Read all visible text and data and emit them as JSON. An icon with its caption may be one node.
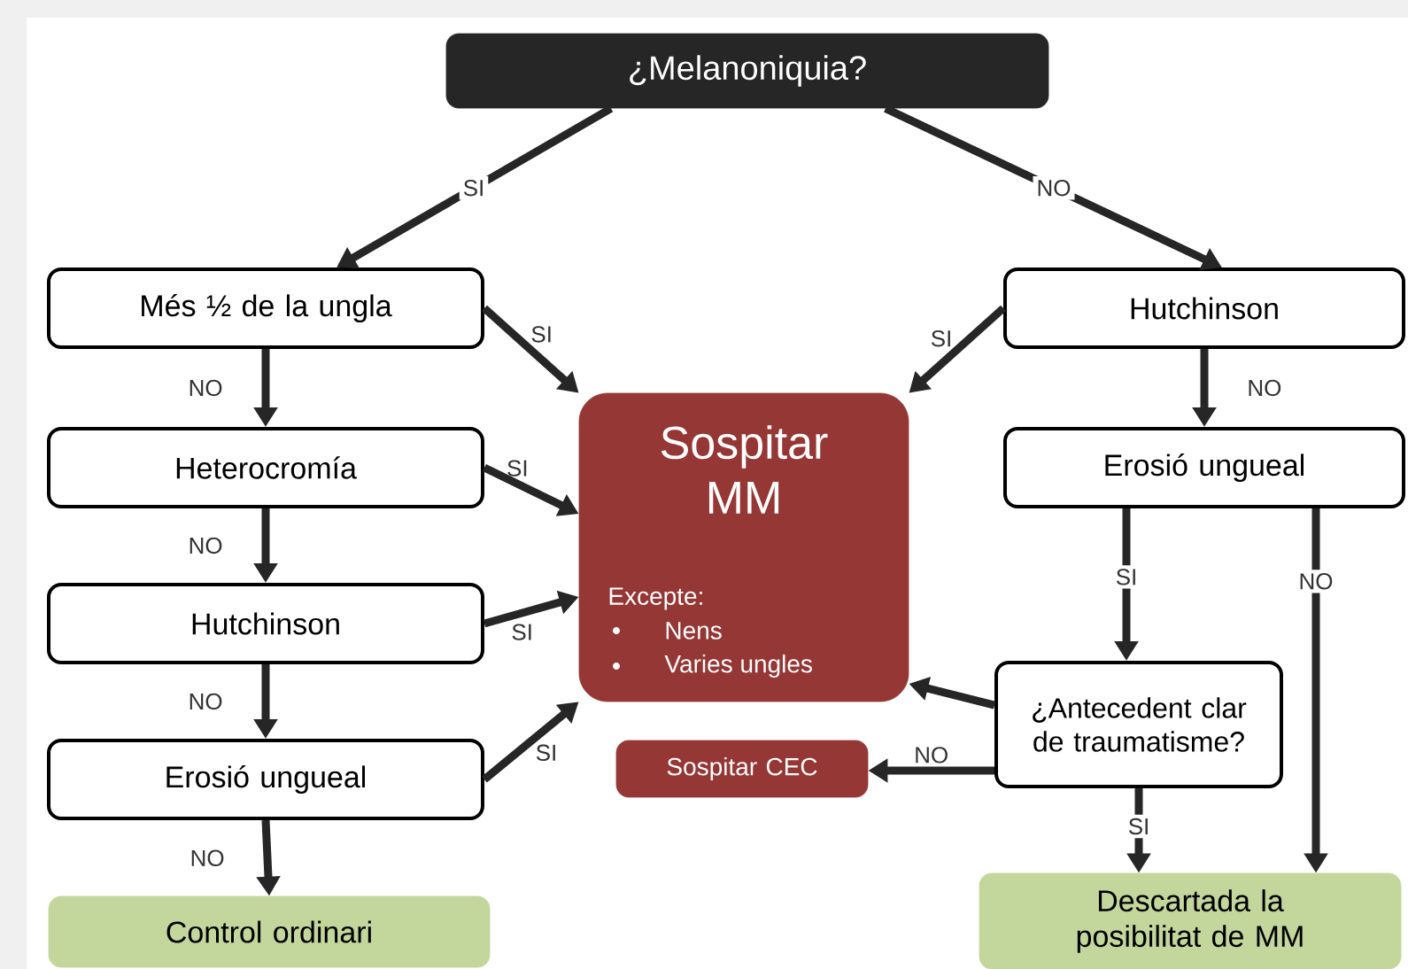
{
  "diagram": {
    "nodes": [
      {
        "text": [
          "¿Melanoniquia?"
        ]
      },
      {
        "text": [
          "Més ½ de la ungla"
        ]
      },
      {
        "text": [
          "Heterocromía"
        ]
      },
      {
        "text": [
          "Hutchinson"
        ]
      },
      {
        "text": [
          "Erosió ungueal"
        ]
      },
      {
        "text": [
          "Control ordinari"
        ]
      },
      {
        "text": [
          "Hutchinson"
        ]
      },
      {
        "text": [
          "Erosió ungueal"
        ]
      },
      {
        "text": [
          "Sospitar MM",
          "Excepte:",
          "Nens",
          "Varies ungles"
        ]
      },
      {
        "text": [
          "¿Antecedent clar de traumatisme?"
        ]
      },
      {
        "text": [
          "Sospitar CEC"
        ]
      },
      {
        "text": [
          "Descartada la posibilitat de MM"
        ]
      }
    ],
    "edges": [
      {
        "from": 0,
        "to": 1,
        "arrow": "to",
        "label": "SI"
      },
      {
        "from": 0,
        "to": 6,
        "arrow": "to",
        "label": "NO"
      },
      {
        "from": 1,
        "to": 8,
        "arrow": "to",
        "label": "SI"
      },
      {
        "from": 1,
        "to": 2,
        "arrow": "to",
        "label": "NO"
      },
      {
        "from": 2,
        "to": 8,
        "arrow": "to",
        "label": "SI"
      },
      {
        "from": 2,
        "to": 3,
        "arrow": "to",
        "label": "NO"
      },
      {
        "from": 3,
        "to": 8,
        "arrow": "to",
        "label": "SI"
      },
      {
        "from": 3,
        "to": 4,
        "arrow": "to",
        "label": "NO"
      },
      {
        "from": 4,
        "to": 8,
        "arrow": "to",
        "label": "SI"
      },
      {
        "from": 4,
        "to": 5,
        "arrow": "to",
        "label": "NO"
      },
      {
        "from": 6,
        "to": 8,
        "arrow": "to",
        "label": "SI"
      },
      {
        "from": 6,
        "to": 7,
        "arrow": "to",
        "label": "NO"
      },
      {
        "from": 7,
        "to": 9,
        "arrow": "to",
        "label": "SI"
      },
      {
        "from": 7,
        "to": 11,
        "arrow": "to",
        "label": "NO"
      },
      {
        "from": 9,
        "to": 8,
        "arrow": "to"
      },
      {
        "from": 9,
        "to": 10,
        "arrow": "to",
        "label": "NO"
      },
      {
        "from": 9,
        "to": 11,
        "arrow": "to",
        "label": "SI"
      }
    ]
  }
}
